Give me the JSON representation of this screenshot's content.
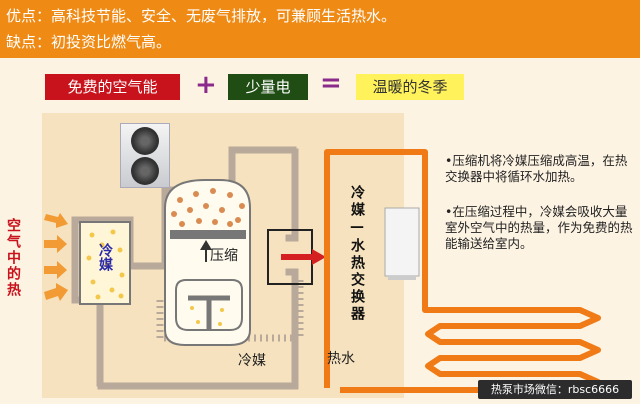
{
  "banner": {
    "pros": "优点：高科技节能、安全、无废气排放，可兼顾生活热水。",
    "cons": "缺点：初投资比燃气高。"
  },
  "equation": {
    "free_energy": "免费的空气能",
    "plus": "+",
    "electricity": "少量电",
    "equals": "=",
    "result": "温暖的冬季"
  },
  "diagram": {
    "air_heat": "空气中的热",
    "coolant_left": "冷媒",
    "compress": "压缩",
    "coolant_bottom": "冷媒",
    "exchanger": "冷媒—水热交换器",
    "hot_water": "热水"
  },
  "descriptions": {
    "compressor": "•压缩机将冷媒压缩成高温，在热交换器中将循环水加热。",
    "process": "•在压缩过程中，冷媒会吸收大量室外空气中的热量，作为免费的热能输送给室内。"
  },
  "footer": "热泵市场微信：rbsc6666",
  "colors": {
    "banner": "#ef8a14",
    "background": "#fdf3e3",
    "pipe": "#ef7a16",
    "free_energy": "#c8131c",
    "electricity": "#1f4d14",
    "result": "#fff25a",
    "heat_arrow": "#d42020",
    "air_arrows": "#f29b34"
  }
}
